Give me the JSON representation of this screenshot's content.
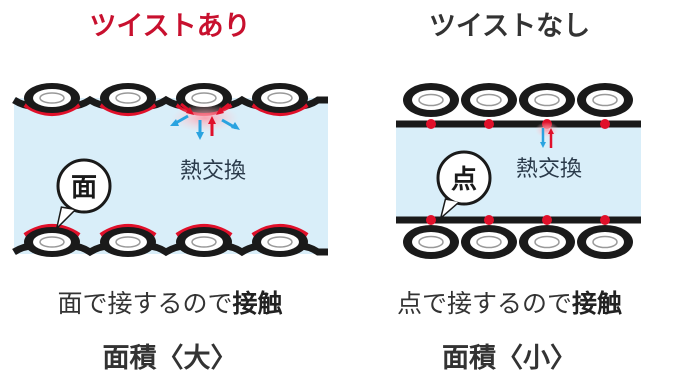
{
  "left": {
    "title": "ツイストあり",
    "title_color": "#c8102e",
    "bubble_char": "面",
    "heat_label": "熱交換",
    "caption_plain": "面で接するので",
    "caption_bold": "接触",
    "caption2": "面積〈大〉"
  },
  "right": {
    "title": "ツイストなし",
    "title_color": "#333333",
    "bubble_char": "点",
    "heat_label": "熱交換",
    "caption_plain": "点で接するので",
    "caption_bold": "接触",
    "caption2": "面積〈小〉"
  },
  "colors": {
    "channel": "#d9eef9",
    "contact_red": "#e0102a",
    "arrow_blue": "#2aa3e0",
    "arrow_red": "#e0102a",
    "ring": "#1a1a1a"
  }
}
